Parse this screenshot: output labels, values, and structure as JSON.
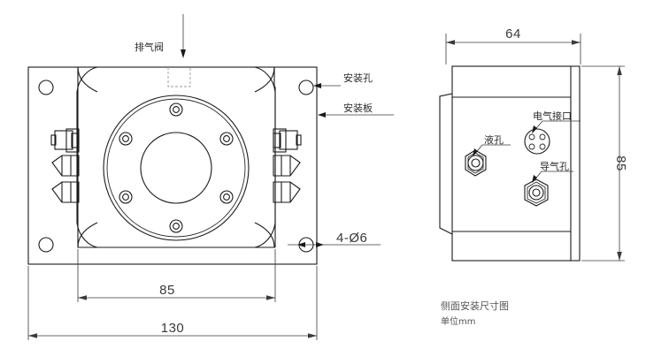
{
  "drawing": {
    "title": "侧面安装尺寸图",
    "units_note": "单位mm",
    "front_view": {
      "labels": {
        "exhaust_valve": "排气阀",
        "mounting_hole": "安装孔",
        "mounting_plate": "安装板",
        "hole_callout": "4-Ø6"
      },
      "dimensions": {
        "overall_width": "130",
        "body_width": "85"
      }
    },
    "side_view": {
      "labels": {
        "liquid_port": "液孔",
        "electrical_connector": "电气接口",
        "air_port": "导气孔"
      },
      "dimensions": {
        "depth": "64",
        "height": "85"
      }
    },
    "colors": {
      "line": "#1a1a1a",
      "dimension": "#3a3a3a",
      "hidden": "#9a9a9a",
      "background": "#ffffff"
    }
  }
}
